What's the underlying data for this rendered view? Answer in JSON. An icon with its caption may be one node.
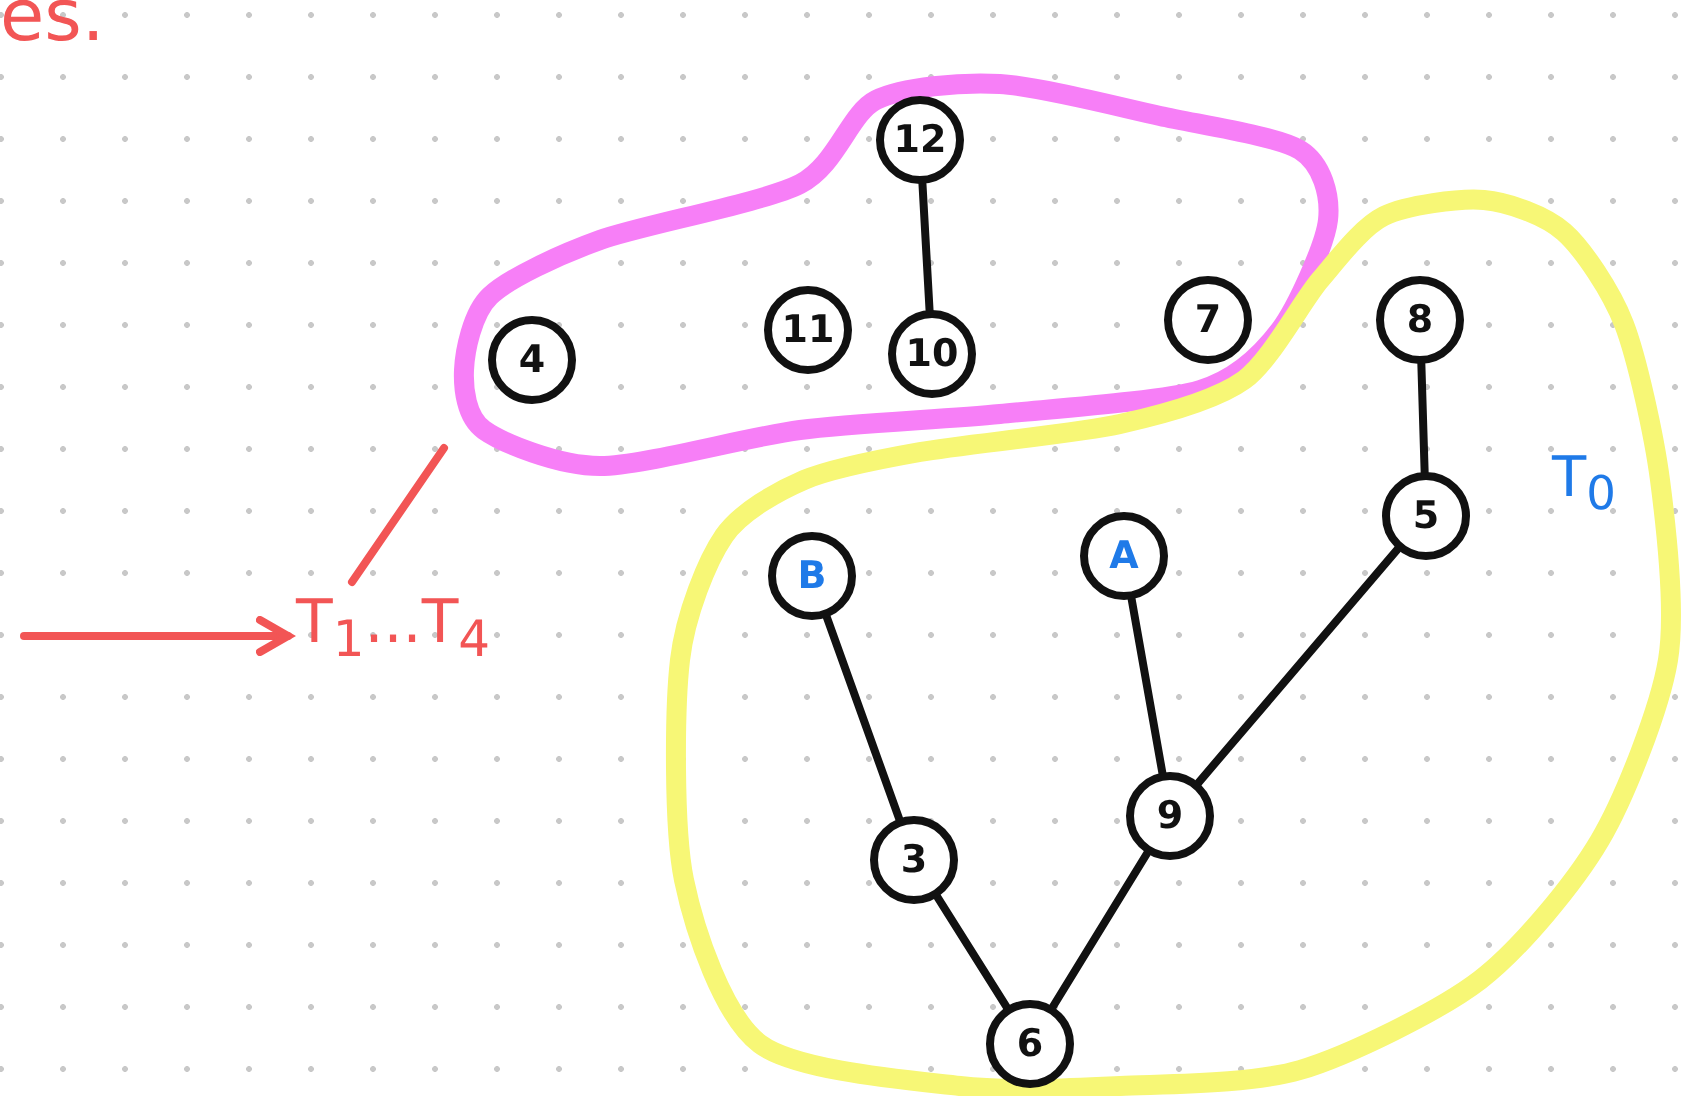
{
  "diagram": {
    "nodes": [
      {
        "text": [],
        "shape": "circle"
      },
      {
        "text": [
          "12"
        ],
        "in": 0
      },
      {
        "text": [
          "4"
        ],
        "in": 0
      },
      {
        "text": [
          "11"
        ],
        "in": 0
      },
      {
        "text": [
          "10"
        ],
        "in": 0
      },
      {
        "text": [
          "7"
        ],
        "in": 0
      },
      {
        "text": [],
        "shape": "circle",
        "beside": [
          "T$_{0}$"
        ]
      },
      {
        "text": [
          "8"
        ],
        "in": 6
      },
      {
        "text": [
          "5"
        ],
        "in": 6
      },
      {
        "text": [
          "B"
        ],
        "in": 6
      },
      {
        "text": [
          "A"
        ],
        "in": 6
      },
      {
        "text": [
          "9"
        ],
        "in": 6
      },
      {
        "text": [
          "3"
        ],
        "in": 6
      },
      {
        "text": [
          "6"
        ],
        "in": 6
      },
      {
        "text": [
          "T$_{1}$...T$_{4}$"
        ]
      }
    ],
    "edges": [
      {
        "from": 1,
        "to": 4,
        "arrow": "none"
      },
      {
        "from": 7,
        "to": 8,
        "arrow": "none"
      },
      {
        "from": 9,
        "to": 12,
        "arrow": "none"
      },
      {
        "from": 10,
        "to": 11,
        "arrow": "none"
      },
      {
        "from": 8,
        "to": 11,
        "arrow": "none"
      },
      {
        "from": 12,
        "to": 13,
        "arrow": "none"
      },
      {
        "from": 11,
        "to": 13,
        "arrow": "none"
      },
      {
        "from": 14,
        "to": 0,
        "arrow": "none",
        "color": "#f25555"
      },
      {
        "from": null,
        "to": 14,
        "arrow": "to",
        "color": "#f25555"
      }
    ],
    "labels": [
      "es."
    ]
  }
}
